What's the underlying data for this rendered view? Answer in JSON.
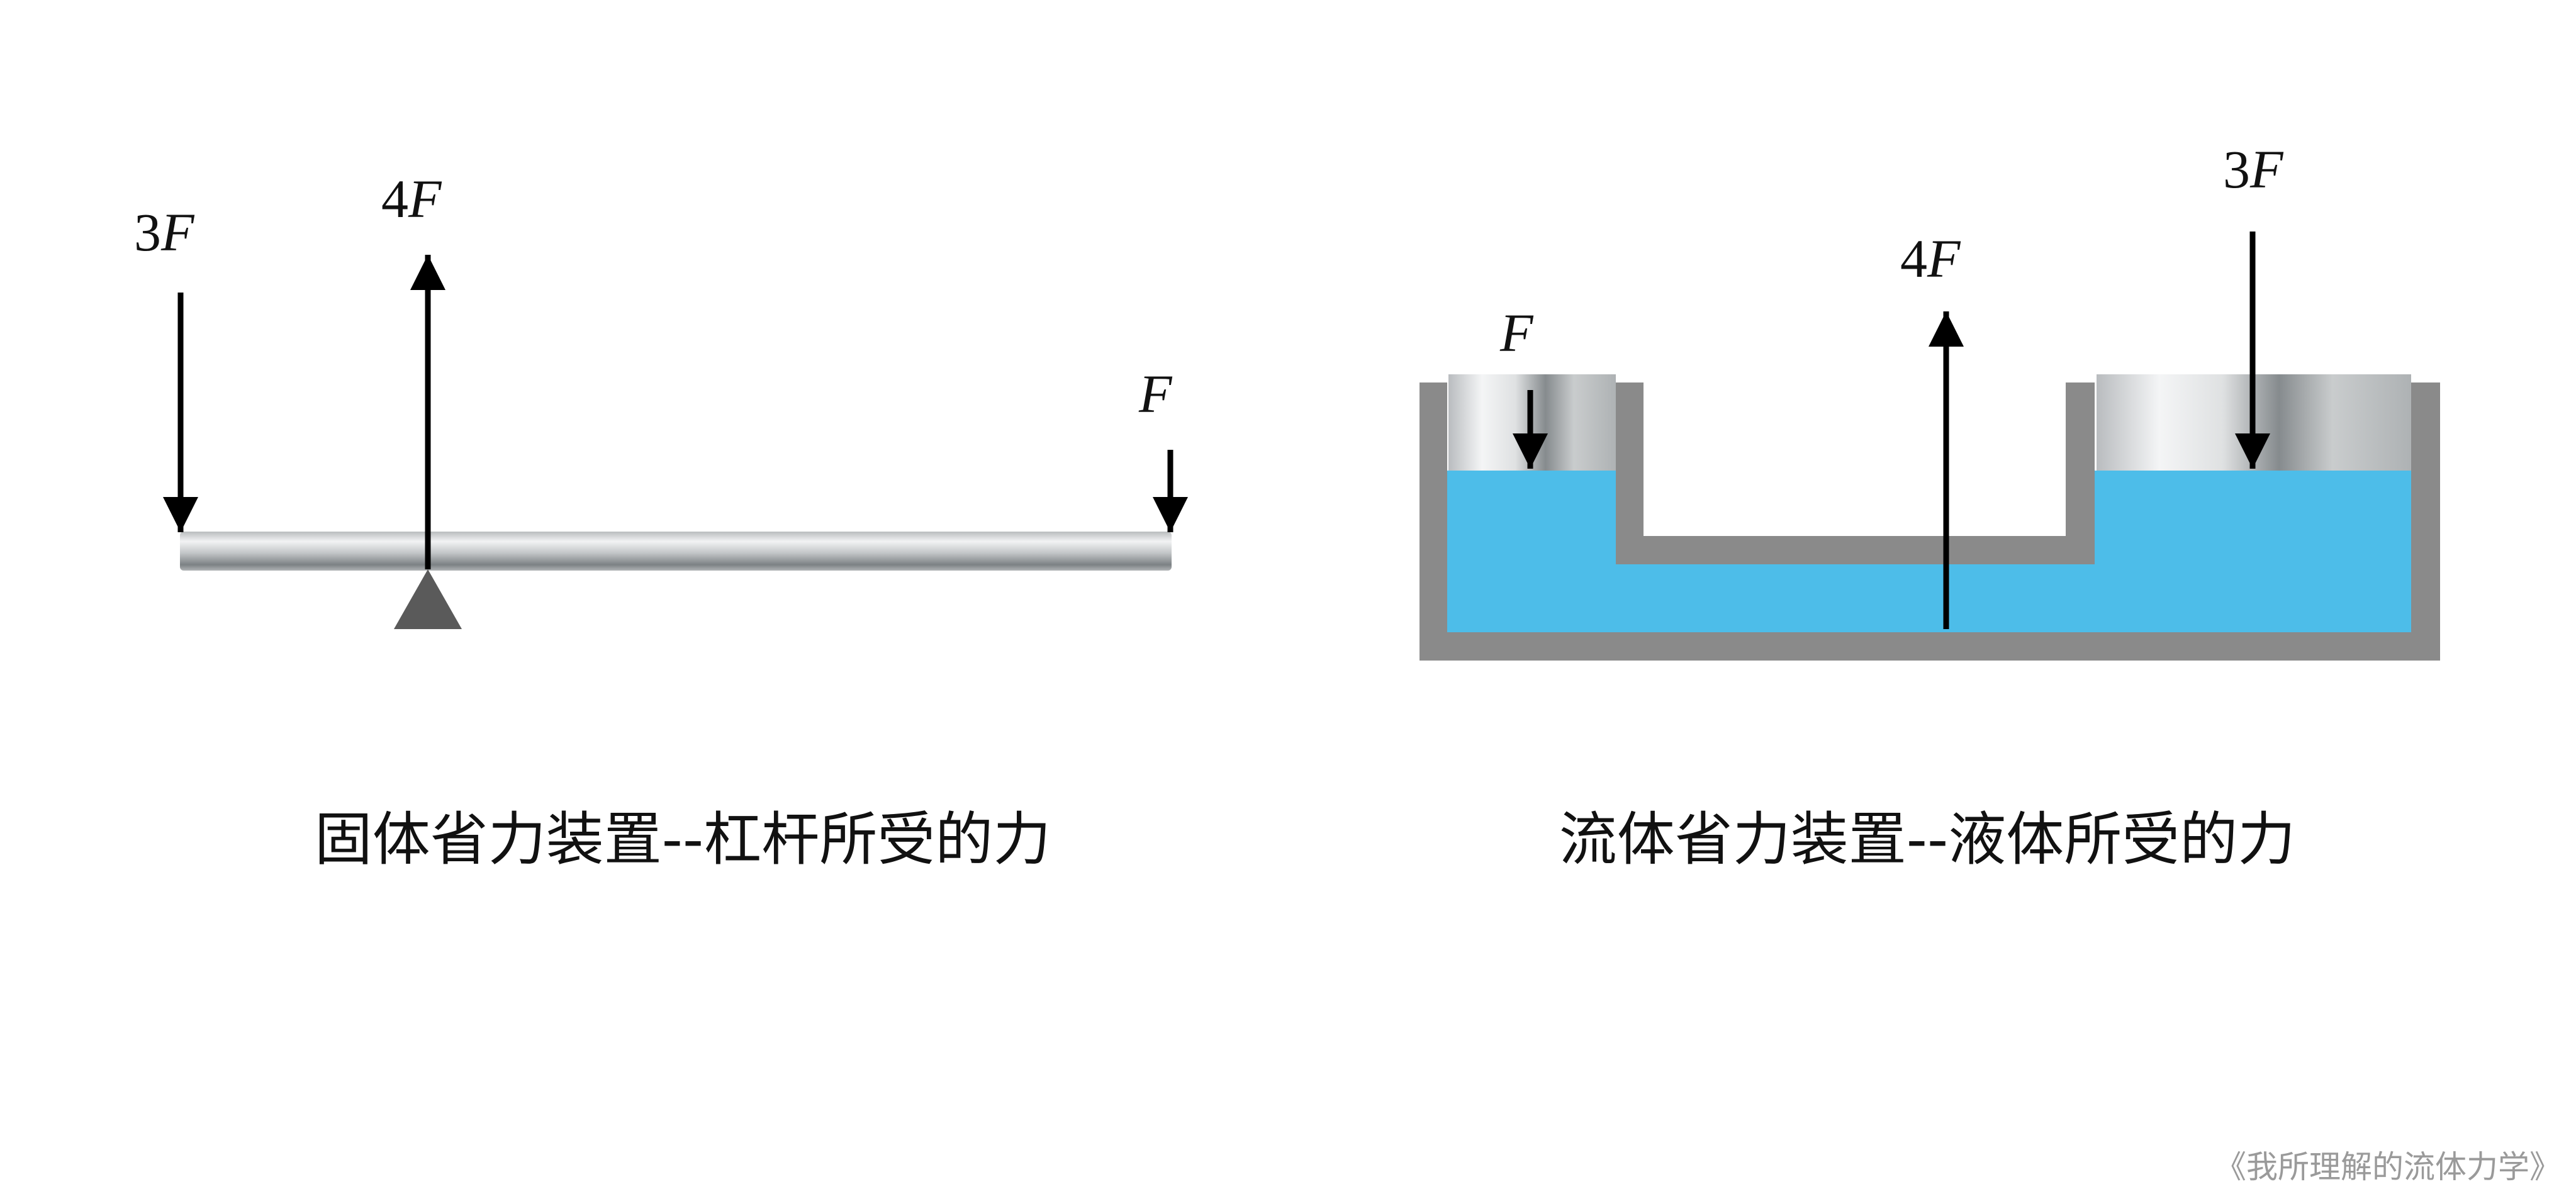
{
  "left_panel": {
    "caption": "固体省力装置--杠杆所受的力",
    "forces": {
      "left_end": {
        "coef": "3",
        "symbol": "F"
      },
      "fulcrum": {
        "coef": "4",
        "symbol": "F"
      },
      "right_end": {
        "coef": "",
        "symbol": "F"
      }
    }
  },
  "right_panel": {
    "caption": "流体省力装置--液体所受的力",
    "forces": {
      "small_piston": {
        "coef": "",
        "symbol": "F"
      },
      "upward": {
        "coef": "4",
        "symbol": "F"
      },
      "large_piston": {
        "coef": "3",
        "symbol": "F"
      }
    }
  },
  "footer": {
    "credit": "《我所理解的流体力学》"
  },
  "colors": {
    "liquid": "#4dbde9",
    "container": "#8a8a8a",
    "fulcrum": "#5a5a5a",
    "arrow": "#000000",
    "credit": "#9a9a9a"
  },
  "icons": {
    "fulcrum": "triangle-fulcrum-icon",
    "piston": "cylinder-piston-icon"
  }
}
